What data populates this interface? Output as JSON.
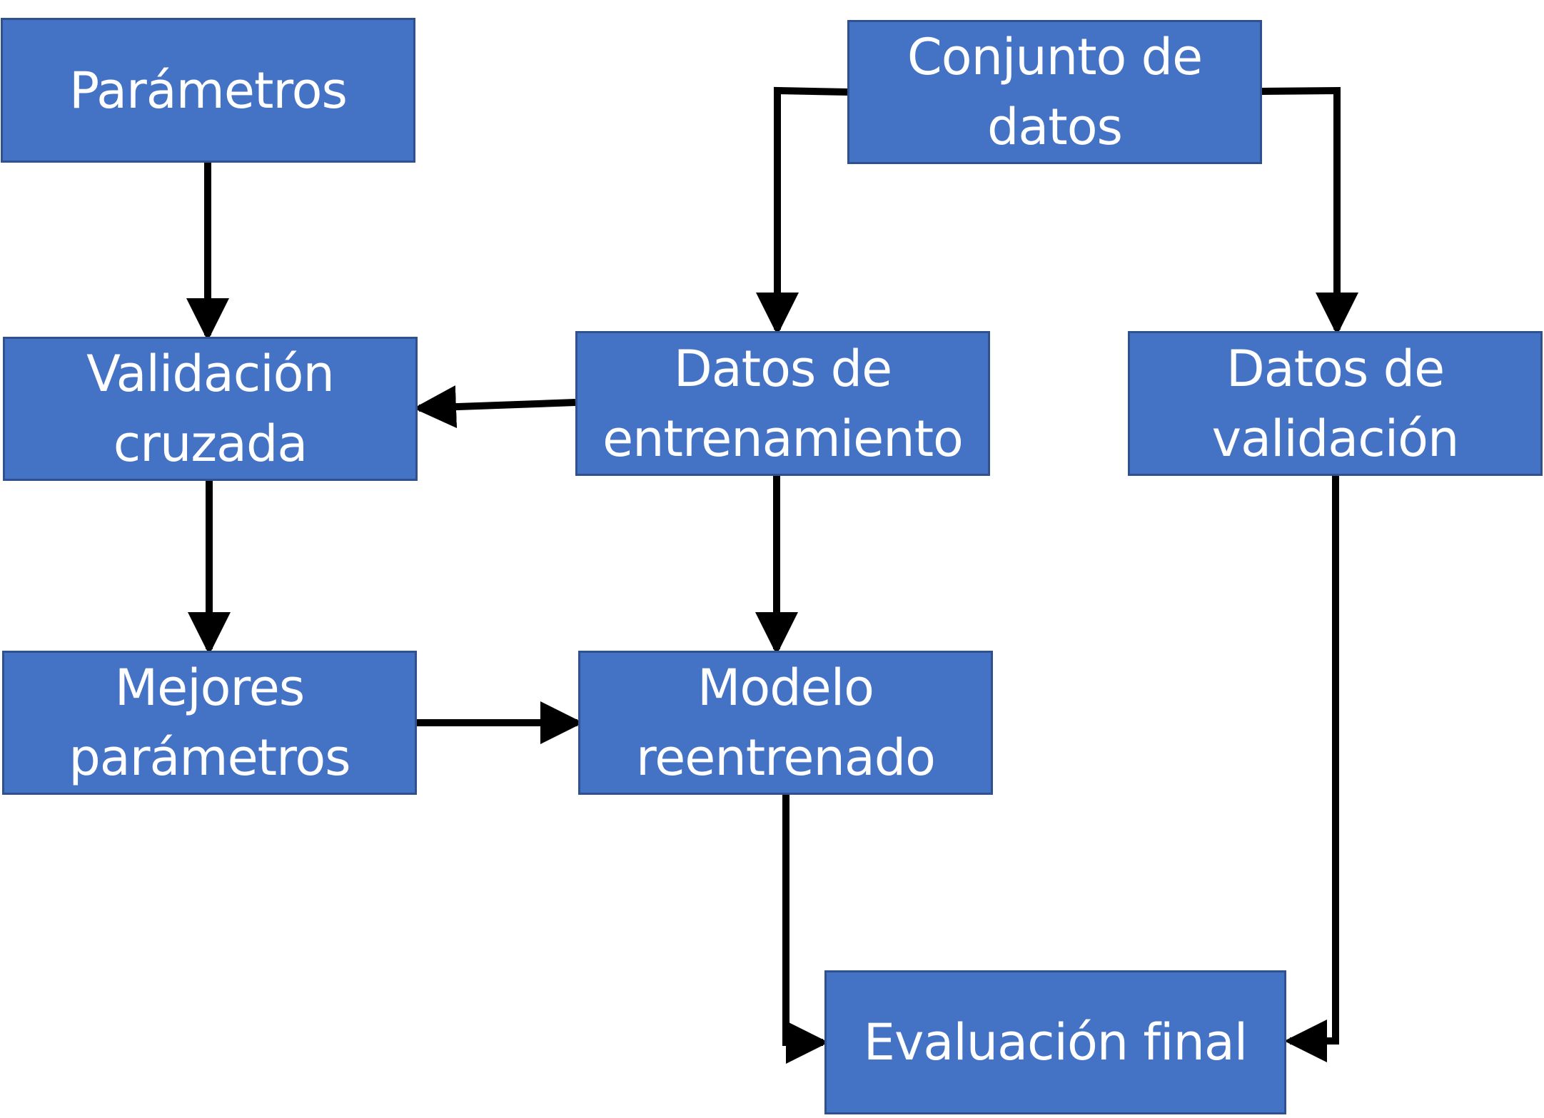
{
  "colors": {
    "box_fill": "#4472c4",
    "box_border": "#2f528f",
    "text": "#ffffff",
    "arrow": "#000000"
  },
  "nodes": {
    "parametros": "Parámetros",
    "conjunto_datos": "Conjunto de\ndatos",
    "validacion_cruzada": "Validación\ncruzada",
    "datos_entrenamiento": "Datos de\nentrenamiento",
    "datos_validacion": "Datos de\nvalidación",
    "mejores_parametros": "Mejores\nparámetros",
    "modelo_reentrenado": "Modelo\nreentrenado",
    "evaluacion_final": "Evaluación final"
  },
  "edges": [
    {
      "from": "parametros",
      "to": "validacion_cruzada"
    },
    {
      "from": "conjunto_datos",
      "to": "datos_entrenamiento"
    },
    {
      "from": "conjunto_datos",
      "to": "datos_validacion"
    },
    {
      "from": "datos_entrenamiento",
      "to": "validacion_cruzada"
    },
    {
      "from": "validacion_cruzada",
      "to": "mejores_parametros"
    },
    {
      "from": "datos_entrenamiento",
      "to": "modelo_reentrenado"
    },
    {
      "from": "mejores_parametros",
      "to": "modelo_reentrenado"
    },
    {
      "from": "modelo_reentrenado",
      "to": "evaluacion_final"
    },
    {
      "from": "datos_validacion",
      "to": "evaluacion_final"
    }
  ]
}
